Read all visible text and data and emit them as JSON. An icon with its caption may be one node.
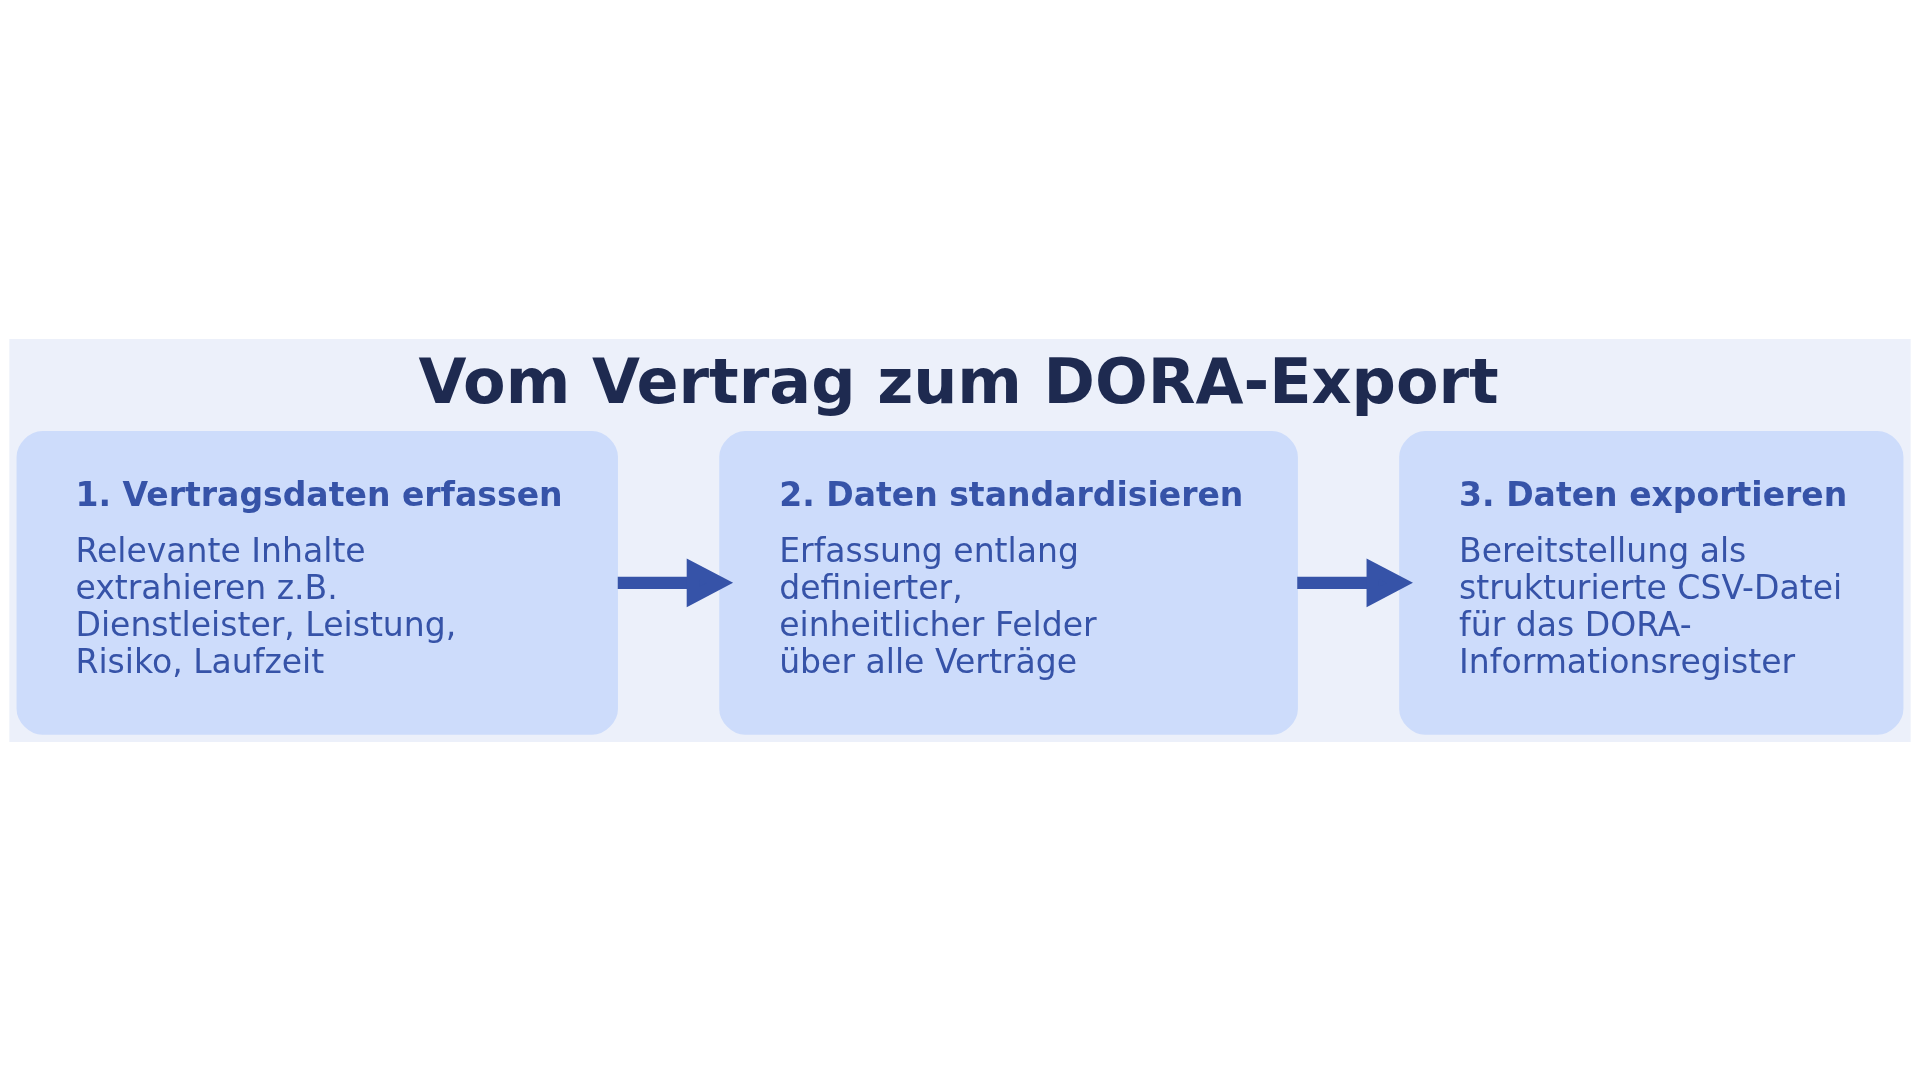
{
  "diagram": {
    "title": "Vom Vertrag zum DORA-Export",
    "nodes": [
      {
        "text": [
          "1. Vertragsdaten erfassen",
          "Relevante Inhalte extrahieren z.B. Dienstleister, Leistung, Risiko, Laufzeit"
        ]
      },
      {
        "text": [
          "2. Daten standardisieren",
          "Erfassung entlang definierter, einheitlicher Felder über alle Verträge"
        ]
      },
      {
        "text": [
          "3. Daten exportieren",
          "Bereitstellung als strukturierte CSV-Datei für das DORA-Informationsregister"
        ]
      }
    ],
    "edges": [
      {
        "from": 0,
        "to": 1,
        "arrow": "to"
      },
      {
        "from": 1,
        "to": 2,
        "arrow": "to"
      }
    ]
  }
}
